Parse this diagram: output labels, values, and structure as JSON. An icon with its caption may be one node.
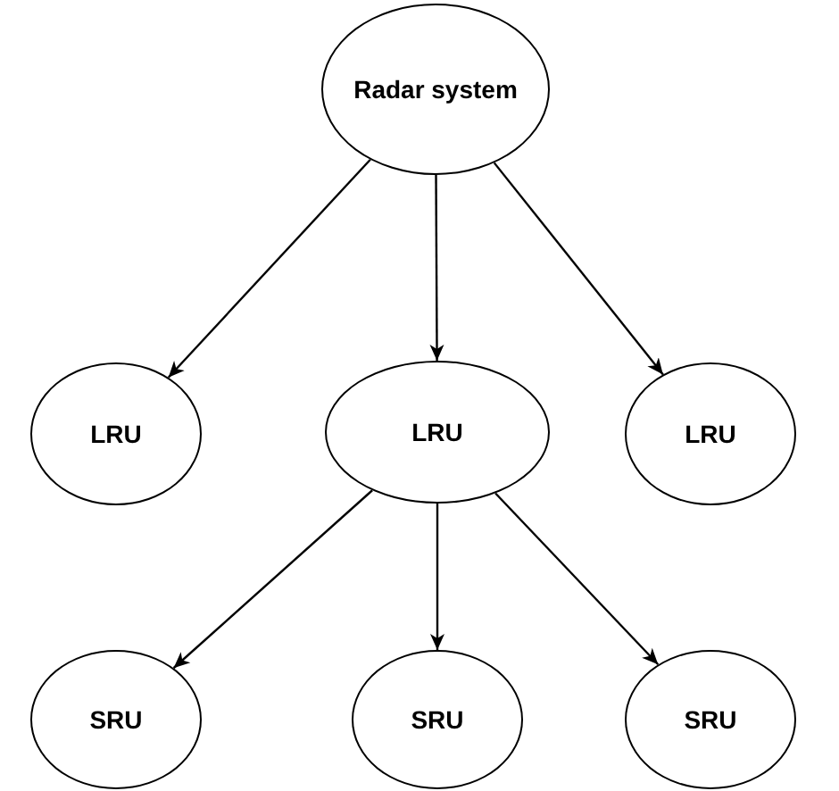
{
  "diagram": {
    "nodes": [
      {
        "text": [
          "Radar system"
        ]
      },
      {
        "text": [
          "LRU"
        ]
      },
      {
        "text": [
          "LRU"
        ]
      },
      {
        "text": [
          "LRU"
        ]
      },
      {
        "text": [
          "SRU"
        ]
      },
      {
        "text": [
          "SRU"
        ]
      },
      {
        "text": [
          "SRU"
        ]
      }
    ],
    "edges": [
      {
        "from": 0,
        "to": 1,
        "arrow": "to"
      },
      {
        "from": 0,
        "to": 2,
        "arrow": "to"
      },
      {
        "from": 0,
        "to": 3,
        "arrow": "to"
      },
      {
        "from": 2,
        "to": 4,
        "arrow": "to"
      },
      {
        "from": 2,
        "to": 5,
        "arrow": "to"
      },
      {
        "from": 2,
        "to": 6,
        "arrow": "to"
      }
    ]
  }
}
